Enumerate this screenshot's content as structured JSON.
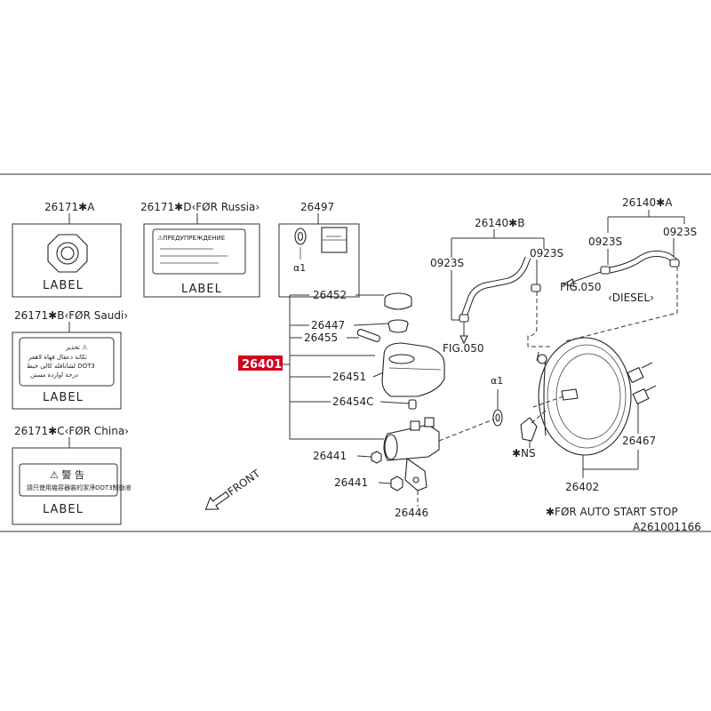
{
  "border_lines": true,
  "labels_panel": {
    "item_a": {
      "part": "26171✱A",
      "label": "LABEL"
    },
    "item_d": {
      "part": "26171✱D‹FØR Russia›",
      "label": "LABEL",
      "sticker_text": "⚠ПРЕДУПРЕЖДЕНИЕ"
    },
    "item_b": {
      "part": "26171✱B‹FØR Saudi›",
      "label": "LABEL",
      "sticker_lines": [
        "تحذير  ⚠",
        "تكانة دعقال فهاة لاهقر",
        "لشاناقله كالى خبط DOT3",
        "درجة اواردة مستن"
      ]
    },
    "item_c": {
      "part": "26171✱C‹FØR China›",
      "label": "LABEL",
      "sticker_title": "⚠  警  告",
      "sticker_line": "請只使用幾容器裝的潔淨DOT3制動液"
    },
    "item_26497": {
      "part": "26497",
      "alpha": "α1"
    }
  },
  "callouts": {
    "p26452": "26452",
    "p26447": "26447",
    "p26455": "26455",
    "p26401": "26401",
    "p26451": "26451",
    "p26454c": "26454C",
    "p26441a": "26441",
    "p26441b": "26441",
    "p26446": "26446",
    "p26140b": "26140✱B",
    "p0923s_b_left": "0923S",
    "p0923s_b_right": "0923S",
    "fig050_b": "FIG.050",
    "p26140a": "26140✱A",
    "p0923s_a_left": "0923S",
    "p0923s_a_right": "0923S",
    "fig050_a": "FIG.050",
    "diesel": "‹DIESEL›",
    "alpha_booster": "α1",
    "ns": "✱NS",
    "p26467": "26467",
    "p26402": "26402",
    "front": "FRONT"
  },
  "footnote": "✱FØR AUTO START STOP",
  "figure_id": "A261001166",
  "colors": {
    "highlight": "#d0021b",
    "ink": "#222222"
  }
}
